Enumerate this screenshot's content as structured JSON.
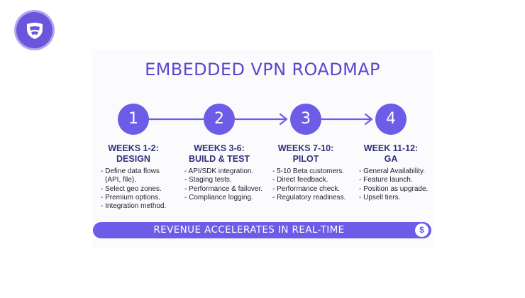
{
  "title": "EMBEDDED VPN ROADMAP",
  "colors": {
    "accent": "#6c5ce7",
    "heading": "#33307c",
    "title": "#5b48c8"
  },
  "logo": {
    "icon": "vpn-shield-logo-icon"
  },
  "steps": [
    {
      "number": "1",
      "heading_line1": "WEEKS 1-2:",
      "heading_line2": "DESIGN",
      "items": [
        "- Define data flows",
        "(API, file).",
        "- Select geo zones.",
        "- Premium options.",
        "- Integration method."
      ]
    },
    {
      "number": "2",
      "heading_line1": "WEEKS 3-6:",
      "heading_line2": "BUILD & TEST",
      "items": [
        "- API/SDK integration.",
        "- Staging tests.",
        "- Performance & failover.",
        "- Compliance logging."
      ]
    },
    {
      "number": "3",
      "heading_line1": "WEEKS 7-10:",
      "heading_line2": "PILOT",
      "items": [
        "- 5-10 Beta customers.",
        "- Direct feedback.",
        "- Performance check.",
        "- Regulatory readiness."
      ]
    },
    {
      "number": "4",
      "heading_line1": "WEEK 11-12:",
      "heading_line2": "GA",
      "items": [
        "- General Availability.",
        "- Feature launch.",
        "- Position as upgrade.",
        "- Upsell tiers."
      ]
    }
  ],
  "banner": {
    "text": "REVENUE ACCELERATES IN REAL-TIME",
    "icon_symbol": "$",
    "icon": "dollar-icon"
  }
}
